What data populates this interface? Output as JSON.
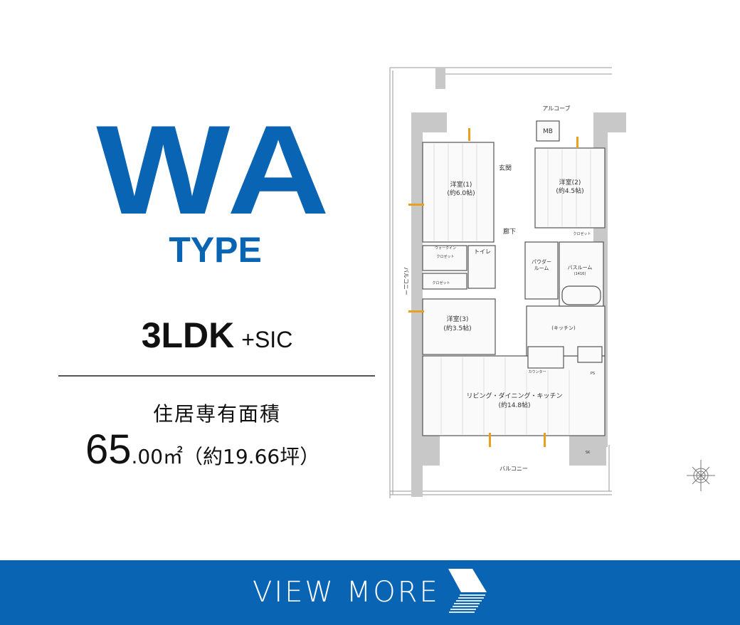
{
  "type": {
    "name": "WA",
    "label": "TYPE"
  },
  "layout": {
    "main": "3LDK",
    "sub": "+SIC"
  },
  "area": {
    "label": "住居専有面積",
    "value_int": "65",
    "value_rest": ".00㎡（約19.66坪）"
  },
  "plan": {
    "rooms": {
      "western1": "洋室(1)",
      "western1_size": "(約6.0帖)",
      "western2": "洋室(2)",
      "western2_size": "(約4.5帖)",
      "western3": "洋室(3)",
      "western3_size": "(約3.5帖)",
      "ldk": "リビング・ダイニング・キッチン",
      "ldk_size": "(約14.8帖)",
      "kitchen": "(キッチン)",
      "entrance": "玄関",
      "hallway": "廊下",
      "toilet": "トイレ",
      "powder1": "パウダー",
      "powder2": "ルーム",
      "bath": "バスルーム",
      "bath_size": "(1416)",
      "mb": "MB",
      "alcove": "アルコーブ",
      "walkin1": "ウォークイン",
      "walkin2": "クロゼット",
      "closet": "クロゼット",
      "counter": "カウンター",
      "balcony": "バルコニー",
      "ps": "PS",
      "sk": "SK"
    }
  },
  "cta": {
    "label": "VIEW MORE"
  },
  "colors": {
    "brand": "#0a64b4",
    "wall": "#c8c8c8"
  }
}
